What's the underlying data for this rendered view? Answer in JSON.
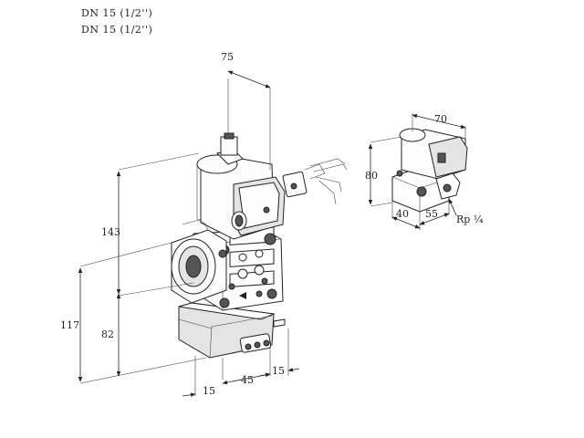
{
  "header": {
    "line1": "DN 15 (1/2'')",
    "line2": "DN 15 (1/2'')"
  },
  "main_dims": {
    "top": "75",
    "height_upper": "143",
    "height_total": "117",
    "height_lower": "82",
    "bottom_left": "15",
    "bottom_mid": "45",
    "bottom_right": "15"
  },
  "small_dims": {
    "top": "70",
    "height": "80",
    "width_a": "40",
    "width_b": "55",
    "thread": "Rp ¼"
  }
}
